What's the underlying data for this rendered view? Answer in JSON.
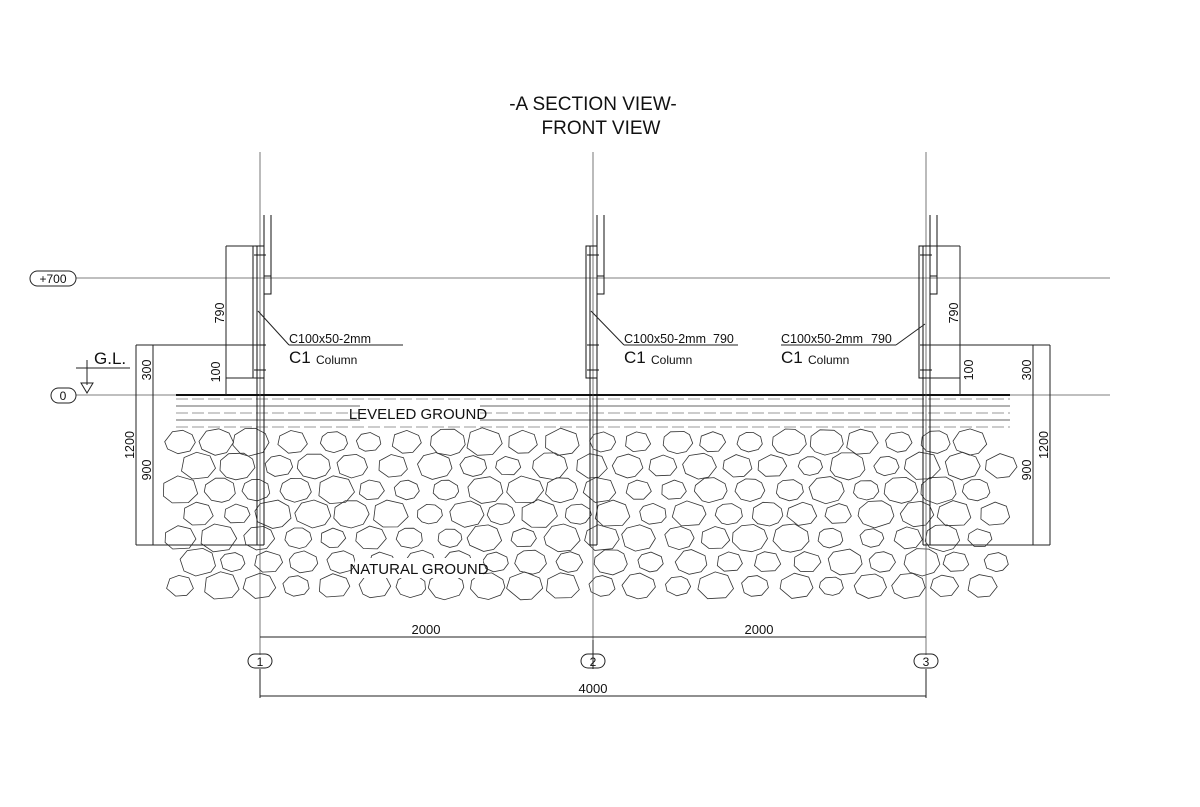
{
  "title": {
    "line1": "-A SECTION VIEW-",
    "line2": "FRONT VIEW"
  },
  "levels": [
    {
      "label": "+700"
    },
    {
      "label": "0"
    }
  ],
  "ground_level_label": "G.L.",
  "layers": {
    "leveled": "LEVELED GROUND",
    "natural": "NATURAL GROUND"
  },
  "column_callouts": [
    {
      "section": "C100x50-2mm",
      "id": "C1",
      "name": "Column",
      "extra": ""
    },
    {
      "section": "C100x50-2mm",
      "id": "C1",
      "name": "Column",
      "extra": "790"
    },
    {
      "section": "C100x50-2mm",
      "id": "C1",
      "name": "Column",
      "extra": "790"
    }
  ],
  "dims": {
    "left": {
      "d790": "790",
      "d100": "100",
      "d300": "300",
      "d900": "900",
      "d1200": "1200"
    },
    "right": {
      "d790": "790",
      "d100": "100",
      "d300": "300",
      "d900": "900",
      "d1200": "1200"
    },
    "span1": "2000",
    "span2": "2000",
    "total": "4000"
  },
  "grid_bubbles": [
    "1",
    "2",
    "3"
  ]
}
